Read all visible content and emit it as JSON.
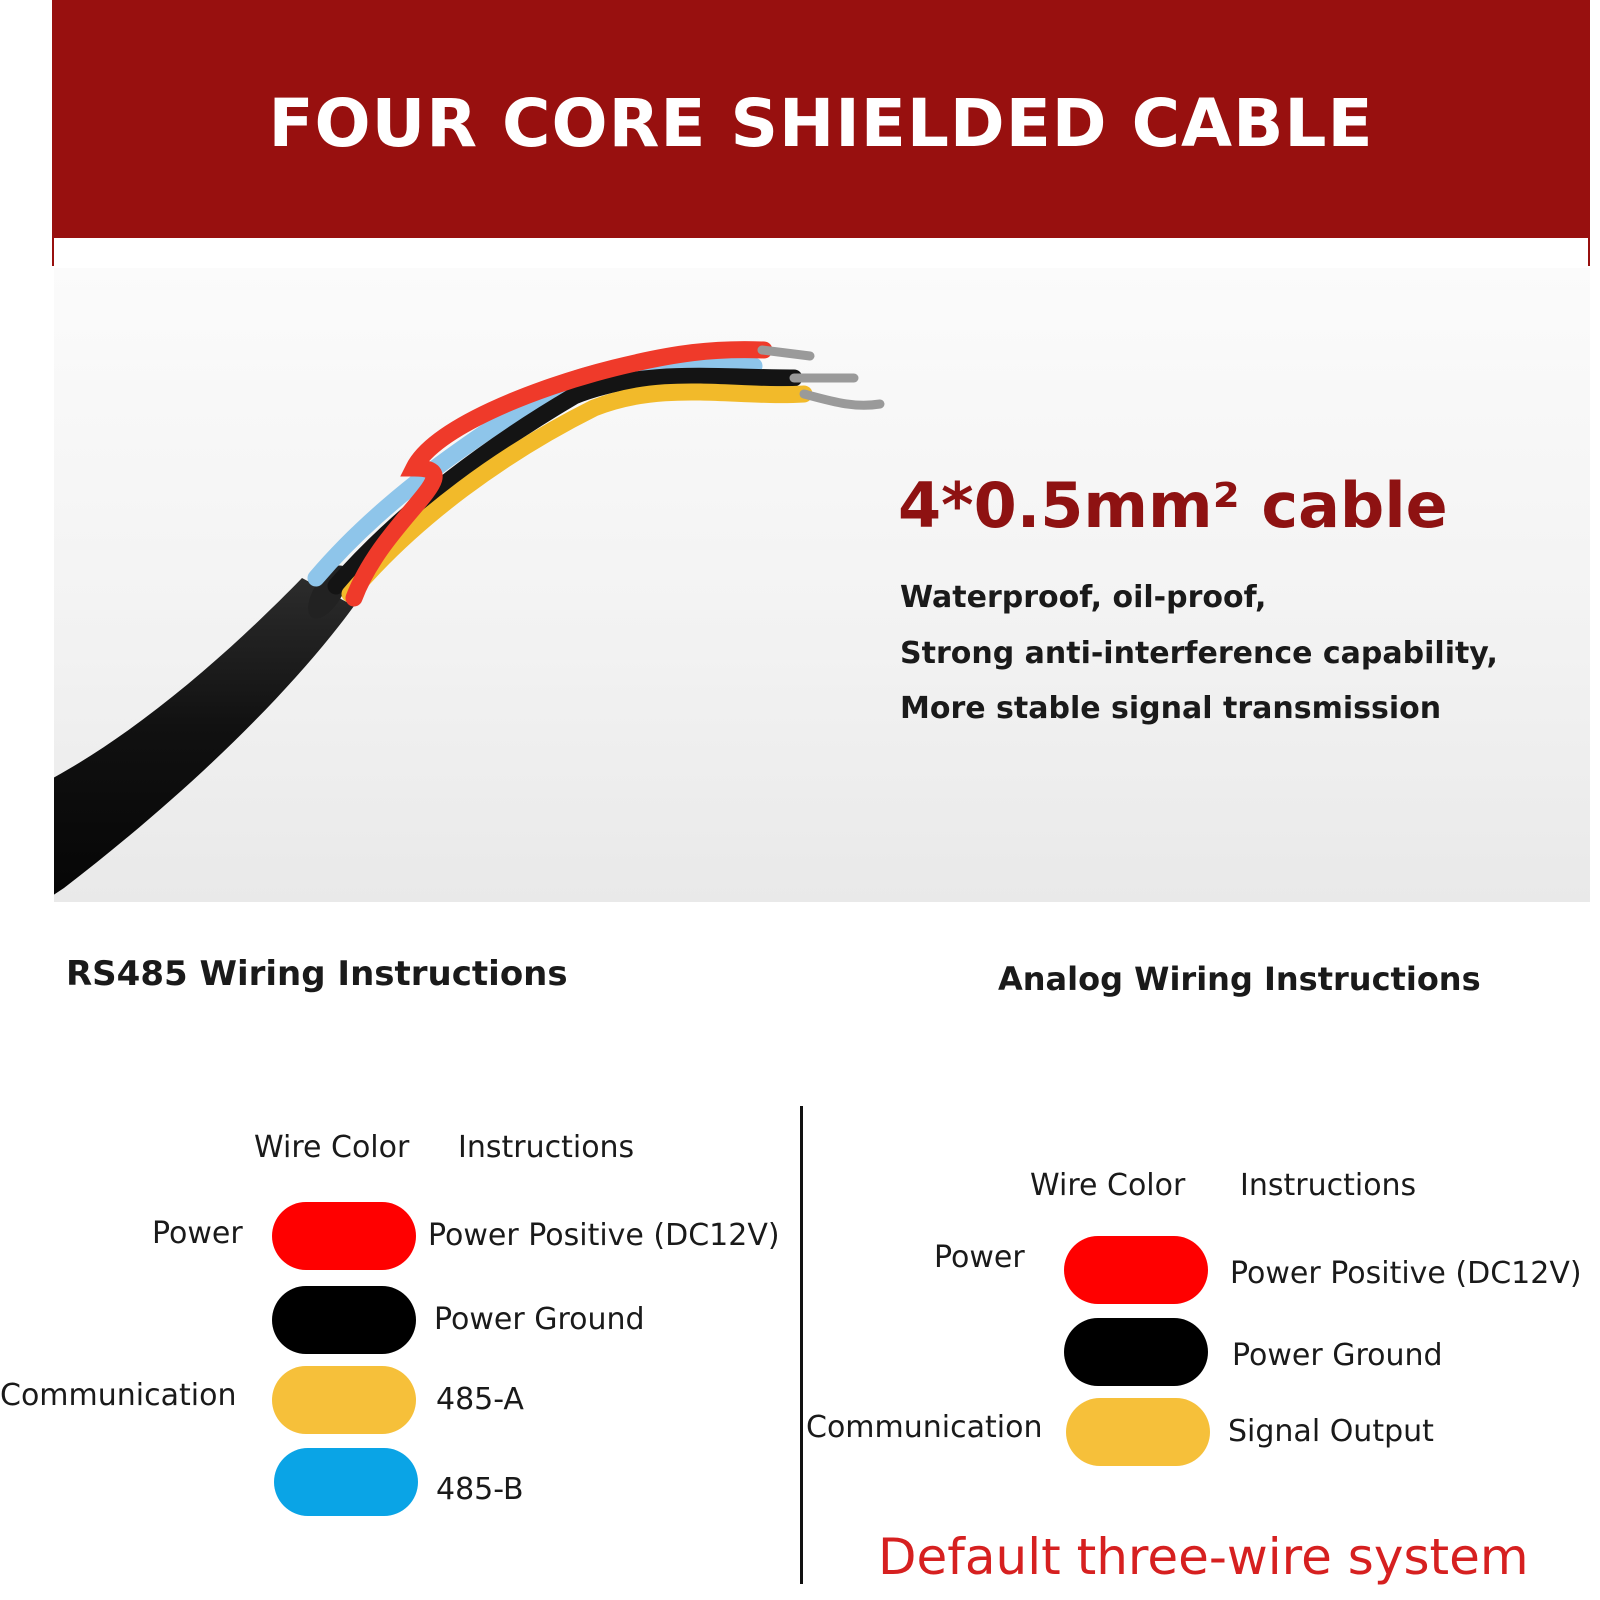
{
  "banner": {
    "title": "FOUR CORE SHIELDED CABLE",
    "color": "#98100f"
  },
  "spec": {
    "title": "4*0.5mm² cable",
    "features": [
      "Waterproof, oil-proof,",
      "Strong anti-interference capability,",
      "More stable signal transmission"
    ]
  },
  "rs485": {
    "title": "RS485 Wiring Instructions",
    "col_wire_color": "Wire Color",
    "col_instructions": "Instructions",
    "groups": {
      "power": "Power",
      "communication": "Communication"
    },
    "rows": [
      {
        "color": "#ff0000",
        "instruction": "Power Positive (DC12V)"
      },
      {
        "color": "#000000",
        "instruction": "Power Ground"
      },
      {
        "color": "#f6c03a",
        "instruction": "485-A"
      },
      {
        "color": "#0aa4e6",
        "instruction": "485-B"
      }
    ]
  },
  "analog": {
    "title": "Analog Wiring Instructions",
    "col_wire_color": "Wire Color",
    "col_instructions": "Instructions",
    "groups": {
      "power": "Power",
      "communication": "Communication"
    },
    "rows": [
      {
        "color": "#ff0000",
        "instruction": "Power Positive (DC12V)"
      },
      {
        "color": "#000000",
        "instruction": "Power Ground"
      },
      {
        "color": "#f6c03a",
        "instruction": "Signal Output"
      }
    ],
    "footnote": "Default three-wire system"
  }
}
